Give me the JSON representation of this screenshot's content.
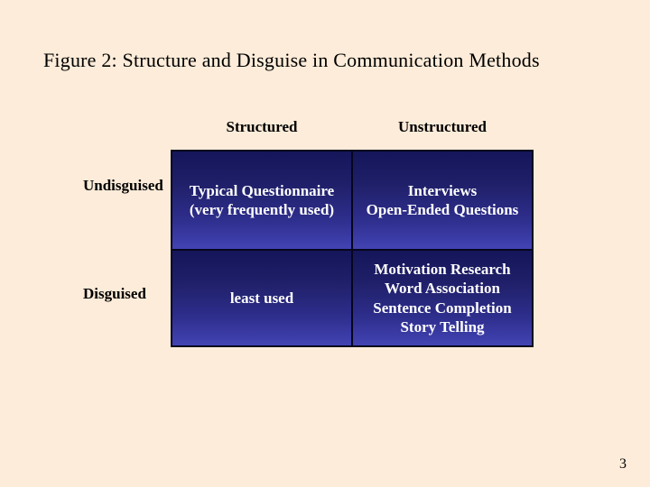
{
  "slide": {
    "title": "Figure 2: Structure and Disguise in Communication Methods",
    "page_number": "3",
    "colors": {
      "background": "#fdecd9",
      "cell_gradient_top": "#15155a",
      "cell_gradient_bottom": "#4343b4",
      "grid_border": "#06061e",
      "cell_text": "#ffffff",
      "label_text": "#000000"
    }
  },
  "matrix": {
    "column_headers": [
      "Structured",
      "Unstructured"
    ],
    "row_headers": [
      "Undisguised",
      "Disguised"
    ],
    "cells": [
      {
        "lines": [
          "Typical Questionnaire",
          "(very frequently used)"
        ]
      },
      {
        "lines": [
          "Interviews",
          "Open-Ended Questions"
        ]
      },
      {
        "lines": [
          "least used"
        ]
      },
      {
        "lines": [
          "Motivation Research",
          "Word Association",
          "Sentence Completion",
          "Story Telling"
        ]
      }
    ]
  }
}
